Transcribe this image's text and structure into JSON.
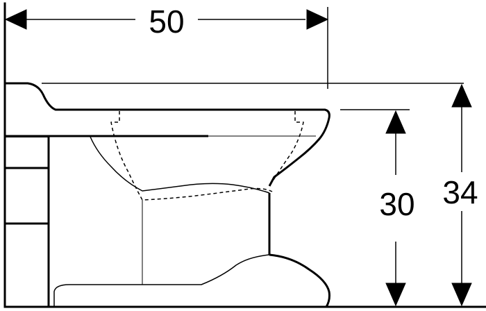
{
  "dimensions": {
    "width_label": "50",
    "height_outer_label": "34",
    "height_inner_label": "30"
  },
  "colors": {
    "line": "#000000",
    "background": "#ffffff"
  }
}
